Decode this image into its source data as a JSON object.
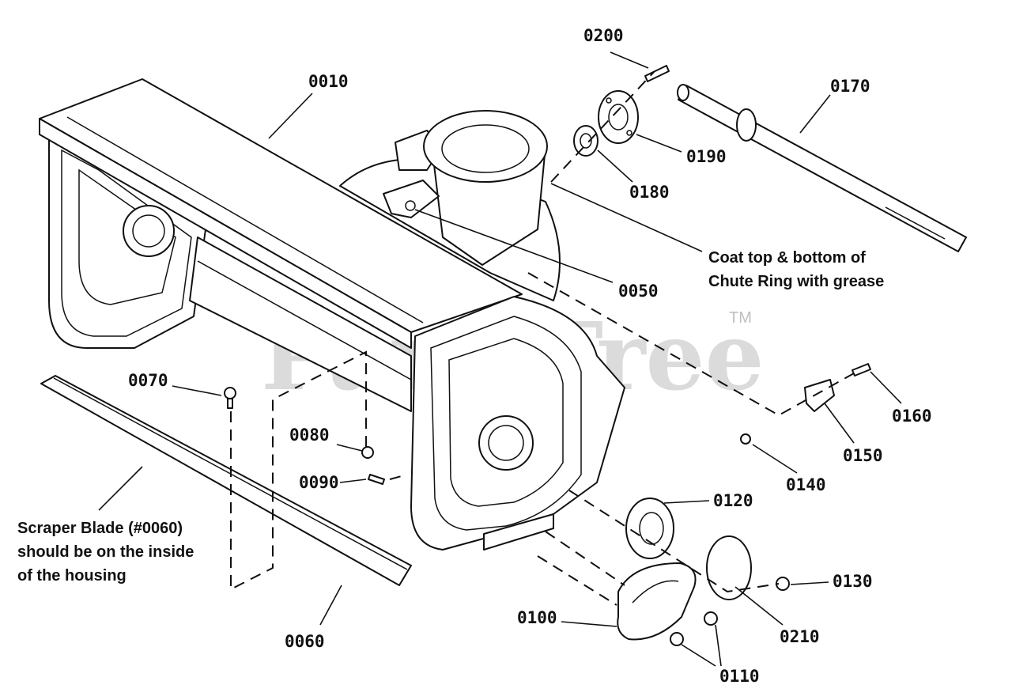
{
  "diagram": {
    "watermark": "PartsTree",
    "trademark": "TM",
    "callouts": {
      "c0010": "0010",
      "c0050": "0050",
      "c0060": "0060",
      "c0070": "0070",
      "c0080": "0080",
      "c0090": "0090",
      "c0100": "0100",
      "c0110": "0110",
      "c0120": "0120",
      "c0130": "0130",
      "c0140": "0140",
      "c0150": "0150",
      "c0160": "0160",
      "c0170": "0170",
      "c0180": "0180",
      "c0190": "0190",
      "c0200": "0200",
      "c0210": "0210"
    },
    "notes": {
      "grease_line1": "Coat top & bottom of",
      "grease_line2": "Chute Ring with grease",
      "scraper_line1": "Scraper Blade (#0060)",
      "scraper_line2": "should be on the inside",
      "scraper_line3": "of the housing"
    }
  }
}
